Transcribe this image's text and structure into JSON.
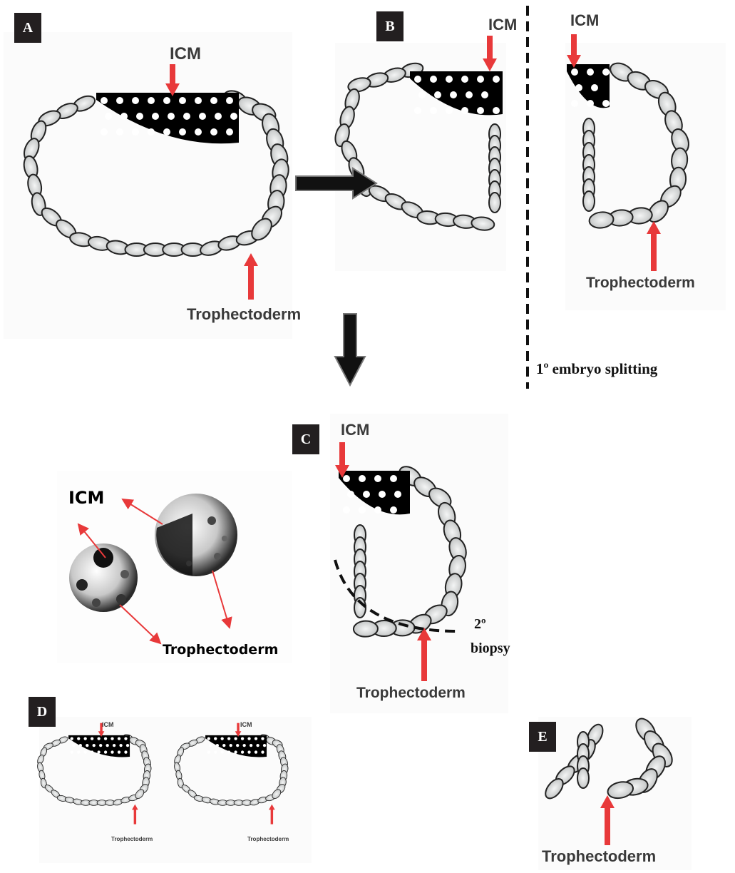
{
  "panels": {
    "A": {
      "badge": "A",
      "icm": "ICM",
      "trophectoderm": "Trophectoderm"
    },
    "B": {
      "badge": "B",
      "icm_left": "ICM",
      "icm_right": "ICM",
      "trophectoderm": "Trophectoderm",
      "caption": "1º embryo splitting"
    },
    "C": {
      "badge": "C",
      "icm": "ICM",
      "trophectoderm": "Trophectoderm",
      "caption_line1": "2º",
      "caption_line2": "biopsy"
    },
    "photo": {
      "icm": "ICM",
      "trophectoderm": "Trophectoderm"
    },
    "D": {
      "badge": "D",
      "icm_1": "ICM",
      "troph_1": "Trophectoderm",
      "icm_2": "ICM",
      "troph_2": "Trophectoderm"
    },
    "E": {
      "badge": "E",
      "trophectoderm": "Trophectoderm"
    }
  },
  "colors": {
    "badge_bg": "#231f20",
    "arrow_red": "#e8393a",
    "cell_fill": "#d4d6d6",
    "icm_black": "#000000"
  }
}
